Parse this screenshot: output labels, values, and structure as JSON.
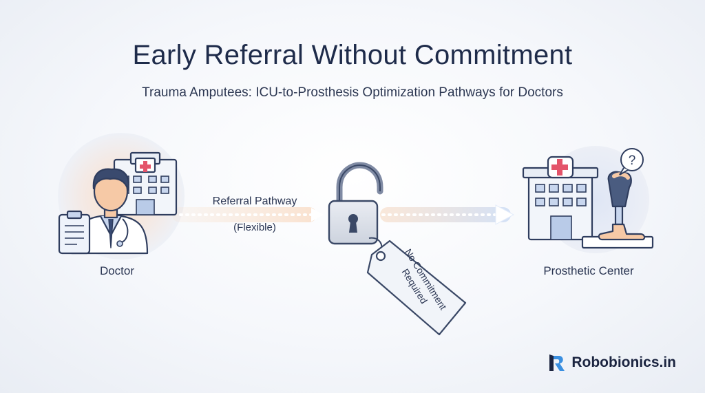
{
  "title": "Early Referral Without Commitment",
  "subtitle": "Trauma Amputees: ICU-to-Prosthesis Optimization Pathways for Doctors",
  "nodes": {
    "doctor": "Doctor",
    "center": "Prosthetic Center"
  },
  "pathway": {
    "label": "Referral Pathway",
    "sublabel": "(Flexible)"
  },
  "tag": {
    "line1": "No Commitment",
    "line2": "Required"
  },
  "badge": "?",
  "brand": "Robobionics.in",
  "icons": [
    "doctor-icon",
    "hospital-icon",
    "padlock-icon",
    "tag-icon",
    "prosthetic-leg-icon",
    "question-bubble-icon",
    "robobionics-logo-icon"
  ],
  "colors": {
    "navy": "#1e2b4a",
    "steel": "#4a5c80",
    "light_blue": "#c8d6ee",
    "red_cross": "#e4546a",
    "peach": "#f6c9a6",
    "logo_blue": "#3a8fe0"
  }
}
